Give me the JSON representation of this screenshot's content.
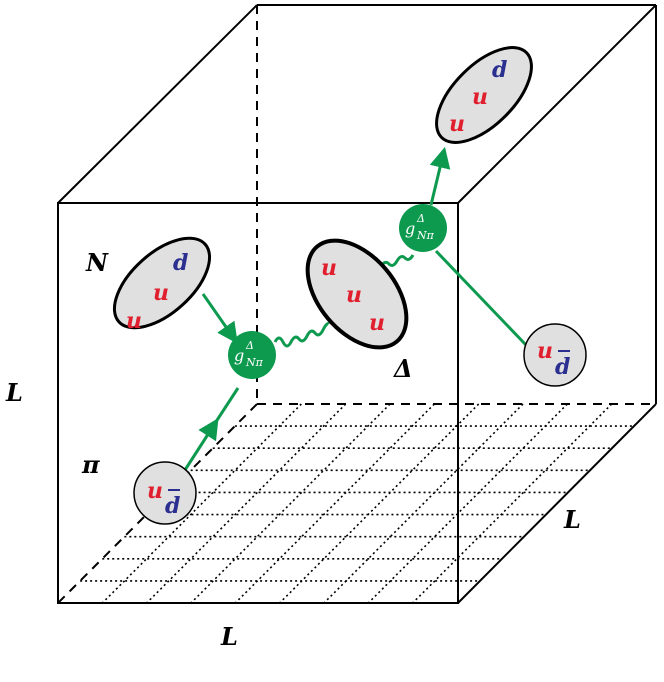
{
  "labels": {
    "box_height": "L",
    "box_width": "L",
    "box_depth": "L",
    "nucleon": "N",
    "pion": "π",
    "delta": "Δ"
  },
  "quarks": {
    "nucleon": [
      "d",
      "u",
      "u"
    ],
    "delta": [
      "u",
      "u",
      "u"
    ],
    "out_baryon": [
      "d",
      "u",
      "u"
    ],
    "pion_in": [
      "u",
      "d"
    ],
    "pion_out": [
      "u",
      "d"
    ]
  },
  "vertex": {
    "g": "g",
    "sup": "Δ",
    "sub": "Nπ"
  },
  "colors": {
    "up_quark": "#e0202f",
    "down_quark": "#2b2f8f",
    "vertex": "#0d9a4f",
    "line": "#0d9a4f",
    "hadron_fill": "#e0e0e0"
  }
}
